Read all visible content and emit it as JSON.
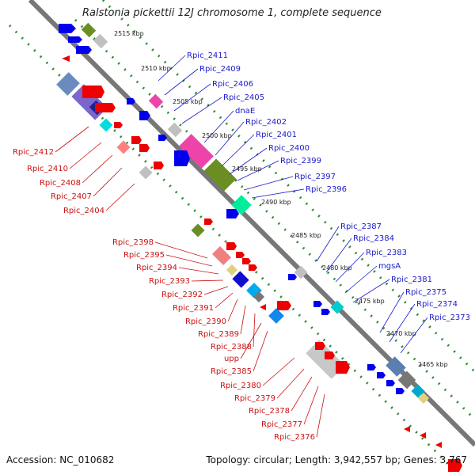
{
  "title": "Ralstonia pickettii 12J chromosome 1, complete sequence",
  "footer": {
    "accession": "Accession: NC_010682",
    "summary": "Topology: circular; Length: 3,942,557 bp; Genes: 3,767"
  },
  "colors": {
    "backbone": "#777777",
    "forward_gene": "#0000ee",
    "reverse_gene": "#ee0000",
    "forward_label": "#1a1acc",
    "reverse_label": "#cc1111",
    "gc_skew_dots": "#2e8b2e"
  },
  "ticks": [
    "2515 kbp",
    "2510 kbp",
    "2505 kbp",
    "2500 kbp",
    "2495 kbp",
    "2490 kbp",
    "2485 kbp",
    "2480 kbp",
    "2475 kbp",
    "2470 kbp",
    "2465 kbp"
  ],
  "forward_labels": [
    "Rpic_2411",
    "Rpic_2409",
    "Rpic_2406",
    "Rpic_2405",
    "dnaE",
    "Rpic_2402",
    "Rpic_2401",
    "Rpic_2400",
    "Rpic_2399",
    "Rpic_2397",
    "Rpic_2396",
    "Rpic_2387",
    "Rpic_2384",
    "Rpic_2383",
    "mgsA",
    "Rpic_2381",
    "Rpic_2375",
    "Rpic_2374",
    "Rpic_2373"
  ],
  "reverse_labels": [
    "Rpic_2412",
    "Rpic_2410",
    "Rpic_2408",
    "Rpic_2407",
    "Rpic_2404",
    "Rpic_2398",
    "Rpic_2395",
    "Rpic_2394",
    "Rpic_2393",
    "Rpic_2392",
    "Rpic_2391",
    "Rpic_2390",
    "Rpic_2389",
    "Rpic_2388",
    "upp",
    "Rpic_2385",
    "Rpic_2380",
    "Rpic_2379",
    "Rpic_2378",
    "Rpic_2377",
    "Rpic_2376"
  ]
}
